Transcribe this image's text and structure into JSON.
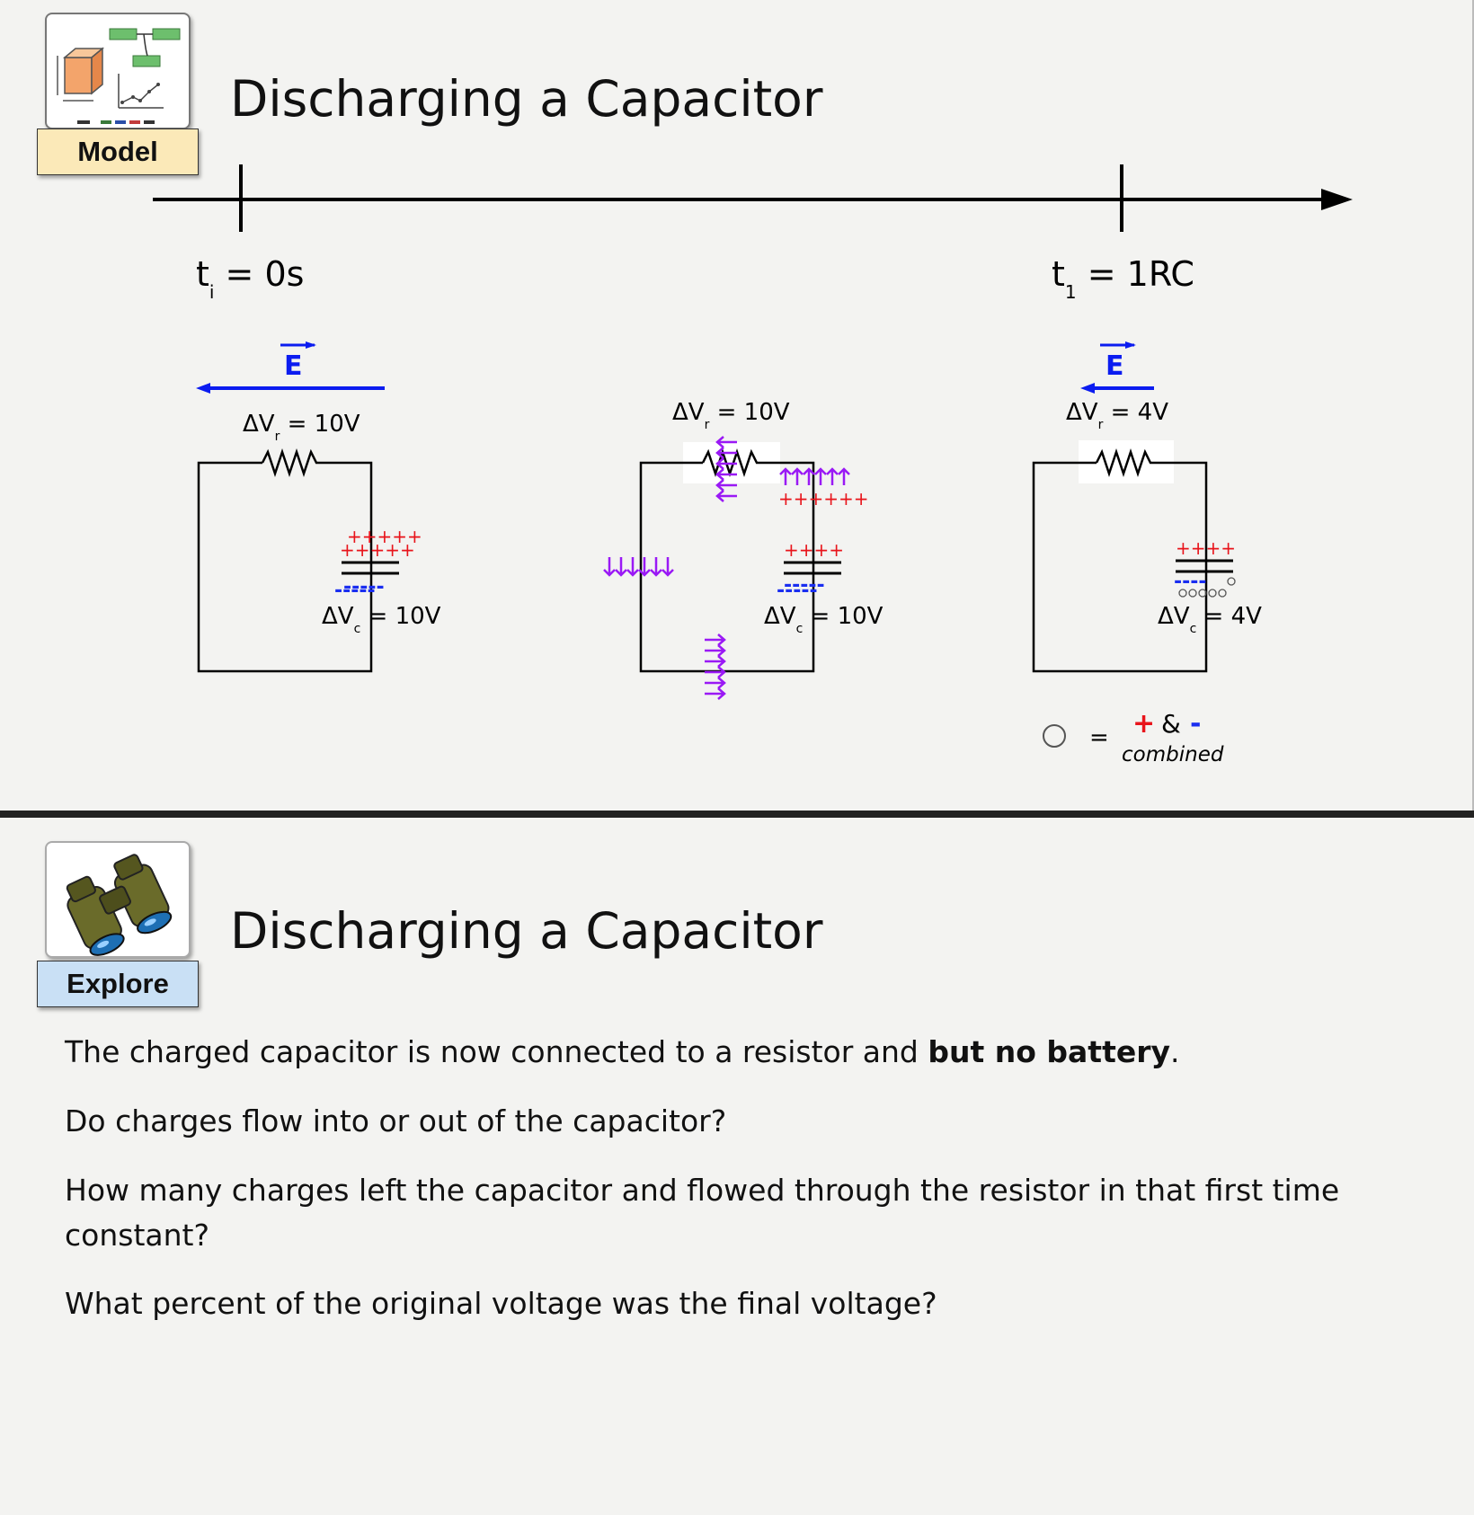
{
  "slide_model": {
    "badge_label": "Model",
    "badge_icon": "model-diagram-icon",
    "title": "Discharging a Capacitor",
    "timeline": {
      "t_initial": {
        "var": "t",
        "sub": "i",
        "rest": " = 0s"
      },
      "t_final": {
        "var": "t",
        "sub": "1",
        "rest": " = 1RC"
      }
    },
    "circuits": [
      {
        "field_label": "E",
        "dvr": {
          "main": "ΔV",
          "sub": "r",
          "rest": " = 10V"
        },
        "dvc": {
          "main": "ΔV",
          "sub": "c",
          "rest": " = 10V"
        },
        "plus_top": "+++++",
        "plus_bottom": "+++++",
        "minus_row": "-----"
      },
      {
        "dvr": {
          "main": "ΔV",
          "sub": "r",
          "rest": " = 10V"
        },
        "dvc": {
          "main": "ΔV",
          "sub": "c",
          "rest": " = 10V"
        },
        "plus_top": "++++++",
        "plus_cap": "++++",
        "minus_row": "-----"
      },
      {
        "field_label": "E",
        "dvr": {
          "main": "ΔV",
          "sub": "r",
          "rest": " = 4V"
        },
        "dvc": {
          "main": "ΔV",
          "sub": "c",
          "rest": " = 4V"
        },
        "plus_cap": "++++",
        "minus_row": "----"
      }
    ],
    "legend": {
      "equals": "=",
      "plus": "+",
      "amp": "&",
      "minus": "-",
      "combined": "combined"
    },
    "colors": {
      "field": "#0b1cf0",
      "flow": "#9a19f5",
      "plus": "#e8141b",
      "minus": "#1a2ef0"
    }
  },
  "slide_explore": {
    "badge_label": "Explore",
    "badge_icon": "binoculars-icon",
    "title": "Discharging a Capacitor",
    "p1_text": "The charged capacitor is now connected to a resistor and ",
    "p1_bold": "but no battery",
    "p1_end": ".",
    "p2": "Do charges flow into or out of the capacitor?",
    "p3": "How many charges left the capacitor and flowed through the resistor in that first time constant?",
    "p4": "What percent of the original voltage was the final voltage?"
  }
}
